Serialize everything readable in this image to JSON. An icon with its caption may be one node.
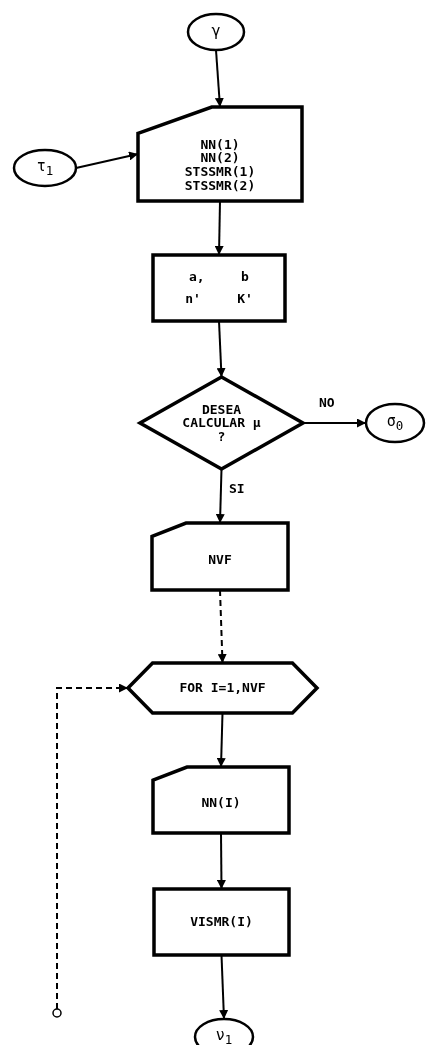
{
  "diagram": {
    "nodes": [
      {
        "text": [
          "γ"
        ]
      },
      {
        "text": [
          "τ$_{1}$"
        ]
      },
      {
        "text": [
          "NN(1)",
          "NN(2)",
          "STSSMR(1)",
          "STSSMR(2)"
        ]
      },
      {
        "text": [
          "a, b",
          "n' K'"
        ]
      },
      {
        "text": [
          "DESEA CALCULAR μ ?"
        ]
      },
      {
        "text": [
          "σ$_{0}$"
        ]
      },
      {
        "text": [
          "NVF"
        ]
      },
      {
        "text": [
          "FOR I=1,NVF"
        ]
      },
      {
        "text": [
          "NN(I)"
        ]
      },
      {
        "text": [
          "VISMR(I)"
        ]
      },
      {
        "text": [
          "ν$_{1}$"
        ]
      },
      {
        "text": [],
        "shape": "circle"
      }
    ],
    "edges": [
      {
        "from": 0,
        "to": 2,
        "arrow": "to"
      },
      {
        "from": 1,
        "to": 2,
        "arrow": "to"
      },
      {
        "from": 2,
        "to": 3,
        "arrow": "to"
      },
      {
        "from": 3,
        "to": 4,
        "arrow": "to"
      },
      {
        "from": 4,
        "to": 5,
        "arrow": "to",
        "label": "NO"
      },
      {
        "from": 4,
        "to": 6,
        "arrow": "to",
        "label": "SI"
      },
      {
        "from": 6,
        "to": 7,
        "arrow": "to",
        "style": "dashed"
      },
      {
        "from": 7,
        "to": 8,
        "arrow": "to"
      },
      {
        "from": 8,
        "to": 9,
        "arrow": "to"
      },
      {
        "from": 9,
        "to": 10,
        "arrow": "to"
      },
      {
        "from": 11,
        "to": 7,
        "arrow": "to",
        "style": "dashed"
      }
    ]
  }
}
